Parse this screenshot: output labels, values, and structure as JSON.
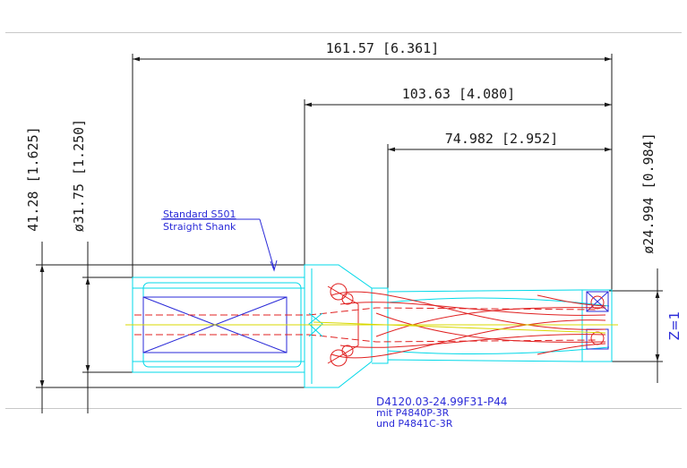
{
  "dimensions": {
    "overall_length": "161.57 [6.361]",
    "body_length": "103.63 [4.080]",
    "flute_length": "74.982 [2.952]",
    "collar_diameter": "41.28 [1.625]",
    "shank_diameter": "ø31.75 [1.250]",
    "drill_diameter": "ø24.994 [0.984]"
  },
  "shank_note": {
    "line1": "Standard S501",
    "line2": "Straight Shank"
  },
  "flutes": "Z=1",
  "part_info": {
    "line1": "D4120.03-24.99F31-P44",
    "line2": "mit P4840P-3R",
    "line3": "und P4841C-3R"
  },
  "colors": {
    "outline": "#00d8e8",
    "internal": "#e02020",
    "axis": "#d8d800",
    "hatch": "#2a2ad8",
    "dimension": "#1a1a1a",
    "text_note": "#2a2ad8"
  }
}
